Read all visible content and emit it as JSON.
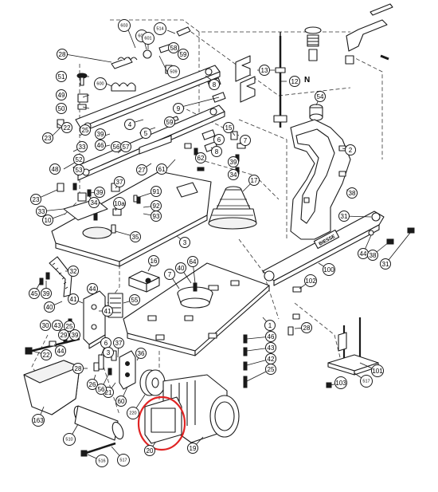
{
  "diagram": {
    "type": "exploded-parts-diagram",
    "north_label": "N",
    "brand_plate_text": "BIESSE",
    "highlight_color": "#e02424",
    "callouts": [
      {
        "id": "603",
        "ref": "603"
      },
      {
        "id": "602",
        "ref": "602"
      },
      {
        "id": "601",
        "ref": "601"
      },
      {
        "id": "514",
        "ref": "514"
      },
      {
        "id": "58",
        "ref": "58"
      },
      {
        "id": "59a",
        "ref": "59"
      },
      {
        "id": "509",
        "ref": "509"
      },
      {
        "id": "28a",
        "ref": "28"
      },
      {
        "id": "600",
        "ref": "600"
      },
      {
        "id": "51",
        "ref": "51"
      },
      {
        "id": "49",
        "ref": "49"
      },
      {
        "id": "50",
        "ref": "50"
      },
      {
        "id": "8a",
        "ref": "8"
      },
      {
        "id": "13",
        "ref": "13"
      },
      {
        "id": "12",
        "ref": "12"
      },
      {
        "id": "9",
        "ref": "9"
      },
      {
        "id": "59b",
        "ref": "59"
      },
      {
        "id": "54",
        "ref": "54"
      },
      {
        "id": "4",
        "ref": "4"
      },
      {
        "id": "5",
        "ref": "5"
      },
      {
        "id": "22a",
        "ref": "22"
      },
      {
        "id": "25a",
        "ref": "25"
      },
      {
        "id": "23a",
        "ref": "23"
      },
      {
        "id": "33a",
        "ref": "33"
      },
      {
        "id": "52",
        "ref": "52"
      },
      {
        "id": "39a",
        "ref": "39"
      },
      {
        "id": "46a",
        "ref": "46"
      },
      {
        "id": "56a",
        "ref": "56"
      },
      {
        "id": "57",
        "ref": "57"
      },
      {
        "id": "53",
        "ref": "53"
      },
      {
        "id": "48",
        "ref": "48"
      },
      {
        "id": "27",
        "ref": "27"
      },
      {
        "id": "61",
        "ref": "61"
      },
      {
        "id": "15",
        "ref": "15"
      },
      {
        "id": "6",
        "ref": "6"
      },
      {
        "id": "8b",
        "ref": "8"
      },
      {
        "id": "62",
        "ref": "62"
      },
      {
        "id": "7a",
        "ref": "7"
      },
      {
        "id": "39b",
        "ref": "39"
      },
      {
        "id": "34",
        "ref": "34"
      },
      {
        "id": "2",
        "ref": "2"
      },
      {
        "id": "17",
        "ref": "17"
      },
      {
        "id": "37a",
        "ref": "37"
      },
      {
        "id": "91",
        "ref": "91"
      },
      {
        "id": "23b",
        "ref": "23"
      },
      {
        "id": "39c",
        "ref": "39"
      },
      {
        "id": "92",
        "ref": "92"
      },
      {
        "id": "93",
        "ref": "93"
      },
      {
        "id": "33b",
        "ref": "33"
      },
      {
        "id": "34b",
        "ref": "34"
      },
      {
        "id": "10a",
        "ref": "10a"
      },
      {
        "id": "10",
        "ref": "10"
      },
      {
        "id": "35",
        "ref": "35"
      },
      {
        "id": "3",
        "ref": "3"
      },
      {
        "id": "38a",
        "ref": "38"
      },
      {
        "id": "31a",
        "ref": "31"
      },
      {
        "id": "44a",
        "ref": "44"
      },
      {
        "id": "38b",
        "ref": "38"
      },
      {
        "id": "31b",
        "ref": "31"
      },
      {
        "id": "100",
        "ref": "100"
      },
      {
        "id": "32",
        "ref": "32"
      },
      {
        "id": "16",
        "ref": "16"
      },
      {
        "id": "40a",
        "ref": "40"
      },
      {
        "id": "64",
        "ref": "64"
      },
      {
        "id": "7b",
        "ref": "7"
      },
      {
        "id": "102",
        "ref": "102"
      },
      {
        "id": "45",
        "ref": "45"
      },
      {
        "id": "39d",
        "ref": "39"
      },
      {
        "id": "44b",
        "ref": "44"
      },
      {
        "id": "41a",
        "ref": "41"
      },
      {
        "id": "55",
        "ref": "55"
      },
      {
        "id": "41b",
        "ref": "41"
      },
      {
        "id": "40b",
        "ref": "40"
      },
      {
        "id": "1",
        "ref": "1"
      },
      {
        "id": "28b",
        "ref": "28"
      },
      {
        "id": "30",
        "ref": "30"
      },
      {
        "id": "43a",
        "ref": "43"
      },
      {
        "id": "25b",
        "ref": "25"
      },
      {
        "id": "29",
        "ref": "29"
      },
      {
        "id": "39e",
        "ref": "39"
      },
      {
        "id": "6b",
        "ref": "6"
      },
      {
        "id": "37b",
        "ref": "37"
      },
      {
        "id": "22b",
        "ref": "22"
      },
      {
        "id": "44c",
        "ref": "44"
      },
      {
        "id": "3b",
        "ref": "3"
      },
      {
        "id": "36",
        "ref": "36"
      },
      {
        "id": "46b",
        "ref": "46"
      },
      {
        "id": "43b",
        "ref": "43"
      },
      {
        "id": "42",
        "ref": "42"
      },
      {
        "id": "25c",
        "ref": "25"
      },
      {
        "id": "28c",
        "ref": "28"
      },
      {
        "id": "26",
        "ref": "26"
      },
      {
        "id": "21",
        "ref": "21"
      },
      {
        "id": "56b",
        "ref": "56"
      },
      {
        "id": "60",
        "ref": "60"
      },
      {
        "id": "220",
        "ref": "220"
      },
      {
        "id": "101",
        "ref": "101"
      },
      {
        "id": "103",
        "ref": "103"
      },
      {
        "id": "517a",
        "ref": "517"
      },
      {
        "id": "163",
        "ref": "163"
      },
      {
        "id": "510",
        "ref": "510"
      },
      {
        "id": "516",
        "ref": "516"
      },
      {
        "id": "517b",
        "ref": "517"
      },
      {
        "id": "20",
        "ref": "20"
      },
      {
        "id": "19",
        "ref": "19"
      }
    ]
  }
}
